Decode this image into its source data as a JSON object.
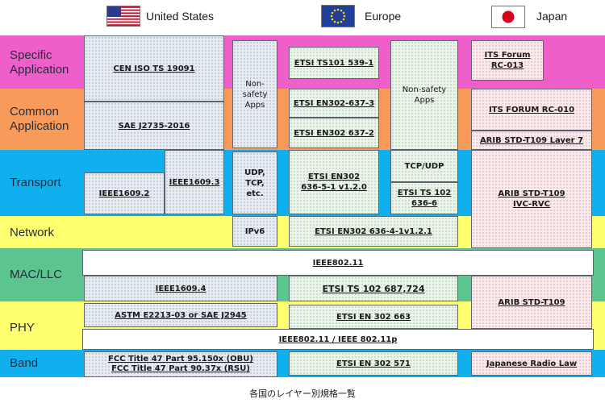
{
  "legend": {
    "us": "United States",
    "eu": "Europe",
    "jp": "Japan"
  },
  "layers": {
    "specific": "Specific\nApplication",
    "common": "Common\nApplication",
    "transport": "Transport",
    "network": "Network",
    "mac": "MAC/LLC",
    "phy": "PHY",
    "band": "Band"
  },
  "colors": {
    "specific": "#ef5fc9",
    "common": "#f79a5a",
    "transport": "#10b0ee",
    "network": "#ffff70",
    "mac": "#5bc48f",
    "phy": "#ffff70",
    "band": "#10b0ee"
  },
  "standards": {
    "us_cen": "CEN ISO TS 19091",
    "us_sae": "SAE J2735-2016",
    "us_nonsafety": "Non-\nsafety\nApps",
    "us_ieee16092": "IEEE1609.2",
    "us_ieee16093": "IEEE1609.3",
    "us_udp": "UDP,\nTCP,\netc.",
    "us_ipv6": "IPv6",
    "us_ieee16094": "IEEE1609.4",
    "us_astm": "ASTM E2213-03 or SAE J2945",
    "us_fcc": "FCC Title 47 Part 95.150x (OBU)\nFCC Title 47 Part 90.37x (RSU)",
    "eu_ts101": "ETSI TS101 539-1",
    "eu_en3": "ETSI EN302-637-3",
    "eu_en2": "ETSI EN302 637-2",
    "eu_nonsafety": "Non-safety\nApps",
    "eu_transport": "ETSI EN302\n636-5-1 v1.2.0",
    "eu_tcp": "TCP/UDP",
    "eu_ts102_636": "ETSI TS 102\n636-6",
    "eu_network": "ETSI EN302 636-4-1v1.2.1",
    "eu_mac": "ETSI TS 102 687,724",
    "eu_phy": "ETSI EN 302 663",
    "eu_band": "ETSI EN 302 571",
    "jp_its": "ITS Forum\nRC-013",
    "jp_rc010": "ITS FORUM RC-010",
    "jp_layer7": "ARIB STD-T109 Layer 7",
    "jp_transport": "ARIB STD-T109\nIVC-RVC",
    "jp_mac": "ARIB STD-T109",
    "jp_band": "Japanese Radio Law",
    "shared_ieee80211": "IEEE802.11",
    "shared_ieee80211p": "IEEE802.11 / IEEE 802.11p"
  },
  "caption": "各国のレイヤー別規格一覧"
}
